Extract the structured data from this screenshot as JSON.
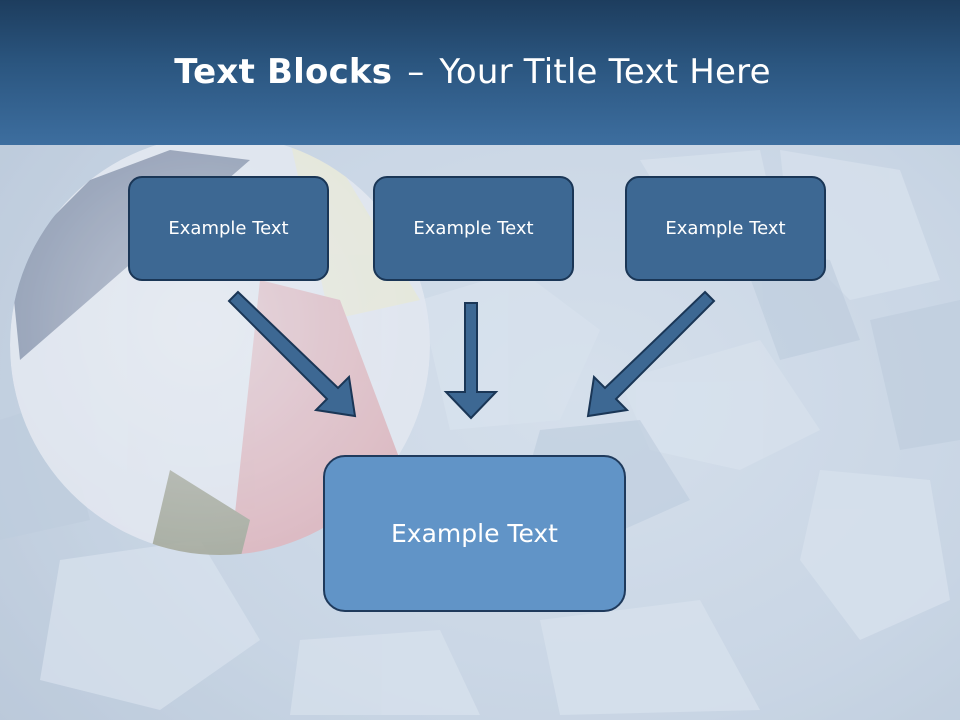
{
  "title": {
    "bold": "Text Blocks",
    "separator": "–",
    "rest": "Your Title Text Here"
  },
  "boxes": {
    "top_left": "Example Text",
    "top_center": "Example Text",
    "top_right": "Example Text",
    "bottom": "Example Text"
  },
  "colors": {
    "header": "#2b5680",
    "box_top": "#3d6893",
    "box_bottom": "#6194c7",
    "arrow": "#3d6893"
  }
}
